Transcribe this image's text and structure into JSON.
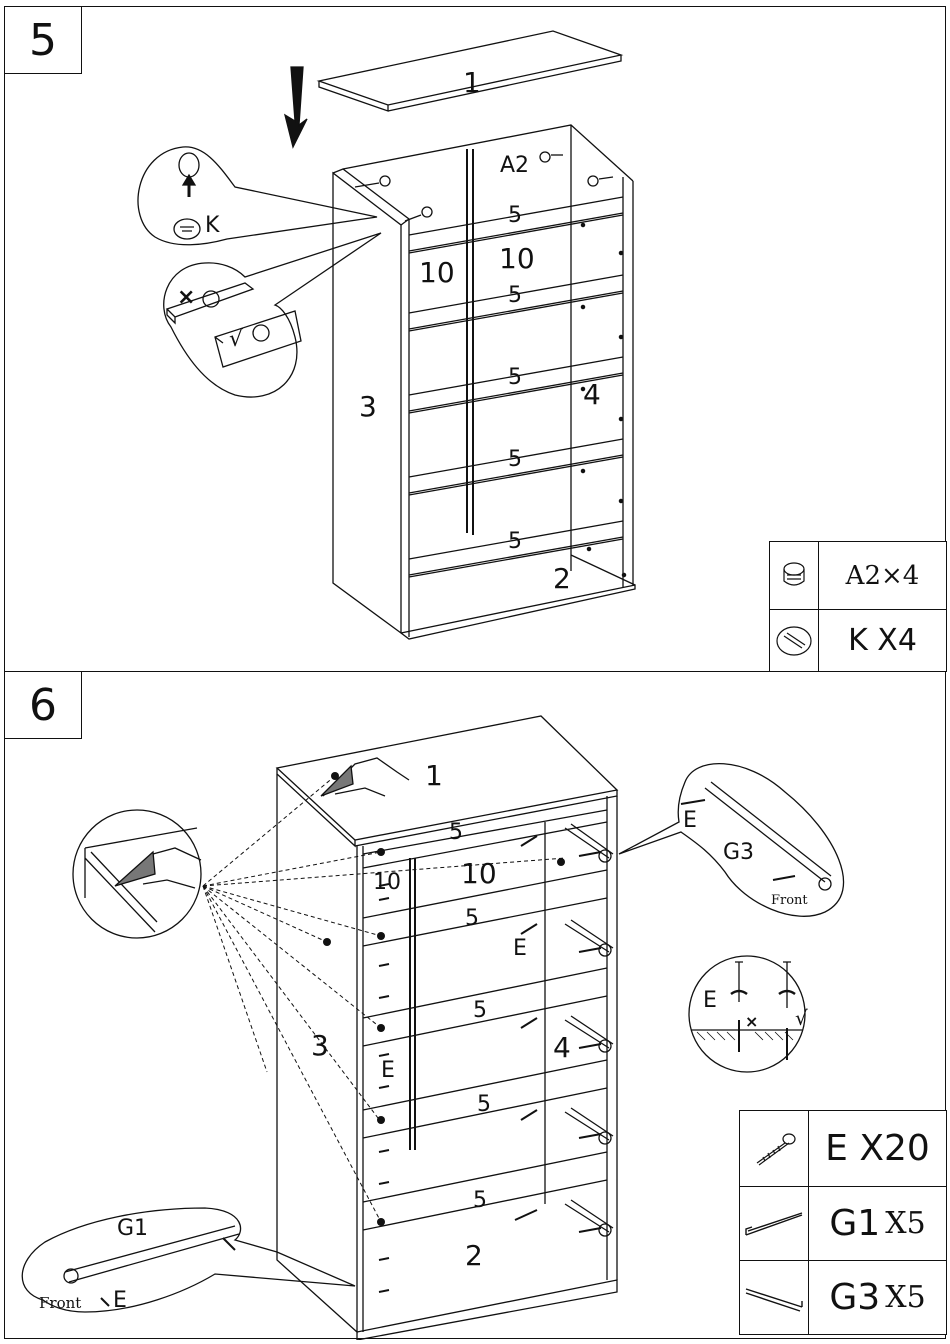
{
  "step5": {
    "number": "5",
    "labels": {
      "top_panel": "1",
      "bottom_panel": "2",
      "left_side": "3",
      "right_side": "4",
      "rail_1": "5",
      "rail_2": "5",
      "rail_3": "5",
      "rail_4": "5",
      "rail_5": "5",
      "divider_left": "10",
      "divider_right": "10",
      "cam_lock": "A2",
      "callout_k": "K",
      "callout_wrong": "×",
      "callout_right": "√"
    },
    "parts": [
      {
        "icon": "cam-lock-icon",
        "code": "A2",
        "quantity": "A2×4"
      },
      {
        "icon": "cam-cover-icon",
        "code": "K",
        "quantity": "K  X4"
      }
    ]
  },
  "step6": {
    "number": "6",
    "labels": {
      "top_panel": "1",
      "bottom_panel": "2",
      "left_side": "3",
      "right_side": "4",
      "rail_1": "5",
      "rail_2": "5",
      "rail_3": "5",
      "rail_4": "5",
      "rail_5": "5",
      "divider_small": "10",
      "divider_big": "10",
      "screw_e1": "E",
      "screw_e2": "E",
      "g3_callout_e": "E",
      "g3_callout_code": "G3",
      "g3_callout_front": "Front",
      "g1_callout_code": "G1",
      "g1_callout_e": "E",
      "g1_callout_front": "Front",
      "drive_callout_e": "E",
      "drive_wrong": "×",
      "drive_right": "√"
    },
    "parts": [
      {
        "icon": "screw-icon",
        "code": "E",
        "count": "X20"
      },
      {
        "icon": "drawer-runner-g1-icon",
        "code": "G1",
        "count": "X5"
      },
      {
        "icon": "drawer-runner-g3-icon",
        "code": "G3",
        "count": "X5"
      }
    ]
  }
}
